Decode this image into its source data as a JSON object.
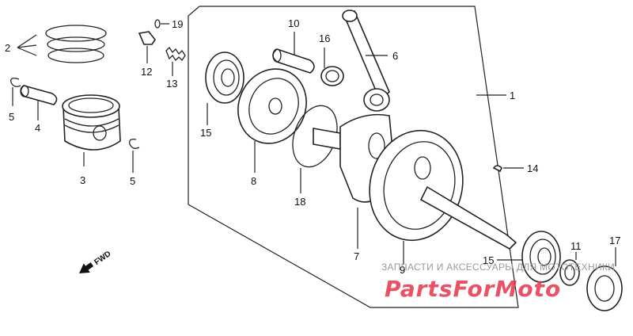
{
  "diagram": {
    "callouts": {
      "c1": "1",
      "c2": "2",
      "c3": "3",
      "c4": "4",
      "c5a": "5",
      "c5b": "5",
      "c6": "6",
      "c7": "7",
      "c8": "8",
      "c9": "9",
      "c10": "10",
      "c11": "11",
      "c12": "12",
      "c13": "13",
      "c14": "14",
      "c15a": "15",
      "c15b": "15",
      "c16": "16",
      "c17": "17",
      "c18": "18",
      "c19": "19"
    },
    "fwd_label": "FWD"
  },
  "watermark": {
    "caption": "ЗАПЧАСТИ И АКСЕССУАРЫ ДЛЯ МОТОТЕХНИКИ",
    "logo": "PartsForMoto",
    "logo_color": "#e8334a"
  }
}
